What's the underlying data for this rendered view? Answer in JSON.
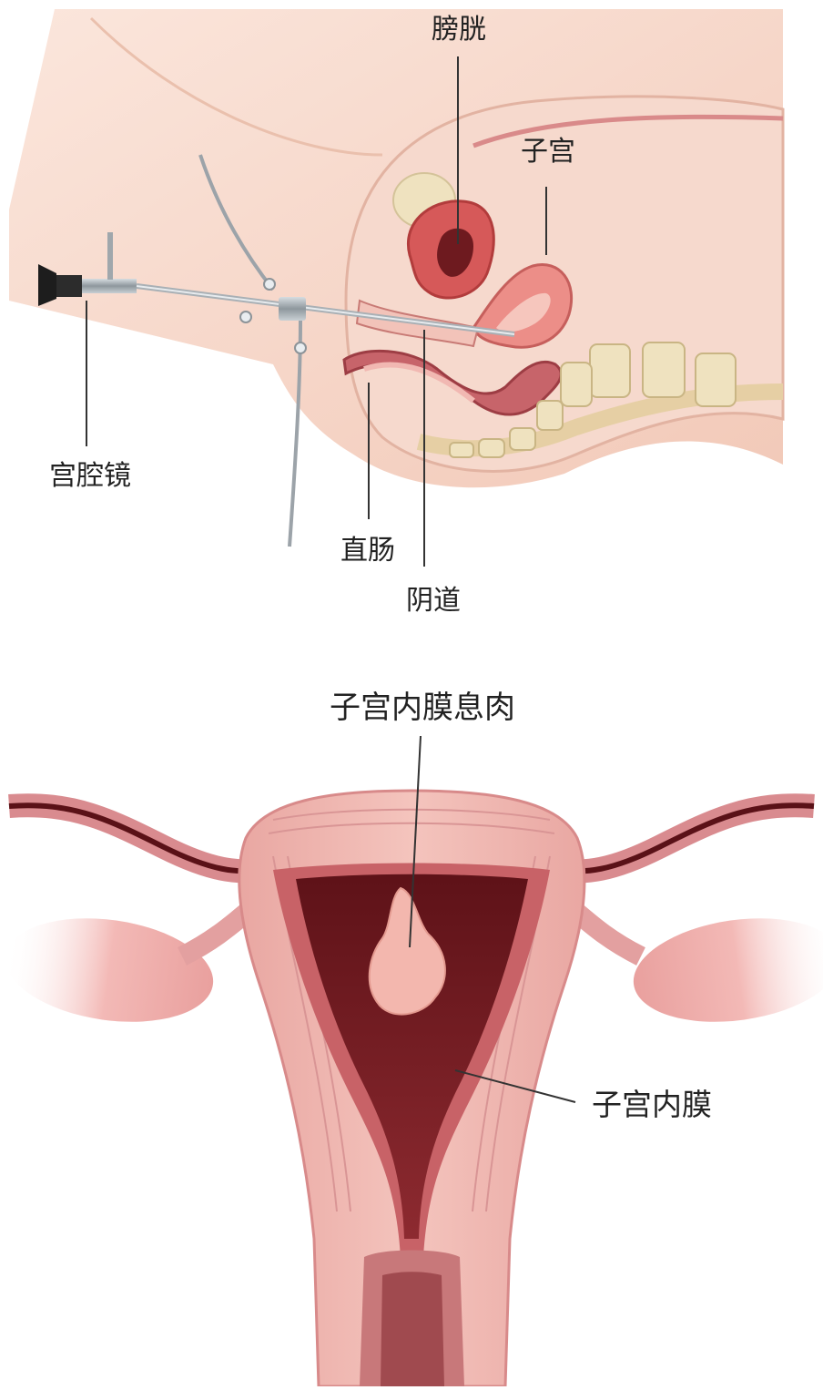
{
  "figure_top": {
    "labels": {
      "bladder": "膀胱",
      "uterus": "子宫",
      "hysteroscope": "宫腔镜",
      "rectum": "直肠",
      "vagina": "阴道"
    }
  },
  "figure_bottom": {
    "labels": {
      "polyp": "子宫内膜息肉",
      "endometrium": "子宫内膜"
    }
  },
  "colors": {
    "skin": "#f6d7c8",
    "tissue_pink": "#e8a8a0",
    "tissue_red": "#c85a5a",
    "cavity_dark": "#7a1d24",
    "bone": "#efe2bf",
    "instrument": "#9aa2a8"
  }
}
